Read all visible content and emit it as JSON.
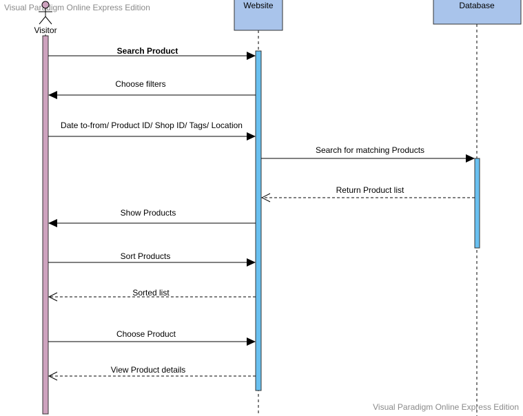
{
  "watermark": "Visual Paradigm Online Express Edition",
  "lifelines": {
    "visitor": "Visitor",
    "website": "Website",
    "database": "Database"
  },
  "messages": [
    {
      "label": "Search Product",
      "from": "visitor",
      "to": "website",
      "kind": "sync",
      "bold": true
    },
    {
      "label": "Choose filters",
      "from": "website",
      "to": "visitor",
      "kind": "sync",
      "bold": false
    },
    {
      "label": "Date to-from/ Product ID/ Shop ID/ Tags/ Location",
      "from": "visitor",
      "to": "website",
      "kind": "sync",
      "bold": false
    },
    {
      "label": "Search for matching Products",
      "from": "website",
      "to": "database",
      "kind": "sync",
      "bold": false
    },
    {
      "label": "Return Product list",
      "from": "database",
      "to": "website",
      "kind": "return",
      "bold": false
    },
    {
      "label": "Show Products",
      "from": "website",
      "to": "visitor",
      "kind": "sync",
      "bold": false
    },
    {
      "label": "Sort Products",
      "from": "visitor",
      "to": "website",
      "kind": "sync",
      "bold": false
    },
    {
      "label": "Sorted list",
      "from": "website",
      "to": "visitor",
      "kind": "return",
      "bold": false
    },
    {
      "label": "Choose Product",
      "from": "visitor",
      "to": "website",
      "kind": "sync",
      "bold": false
    },
    {
      "label": "View Product details",
      "from": "website",
      "to": "visitor",
      "kind": "return",
      "bold": false
    }
  ],
  "colors": {
    "visitor_activation": "#cda2be",
    "website_activation": "#69c0f0",
    "box_fill": "#a9c4eb",
    "box_stroke": "#333333",
    "line": "#000000",
    "watermark": "#8a8a8a"
  }
}
